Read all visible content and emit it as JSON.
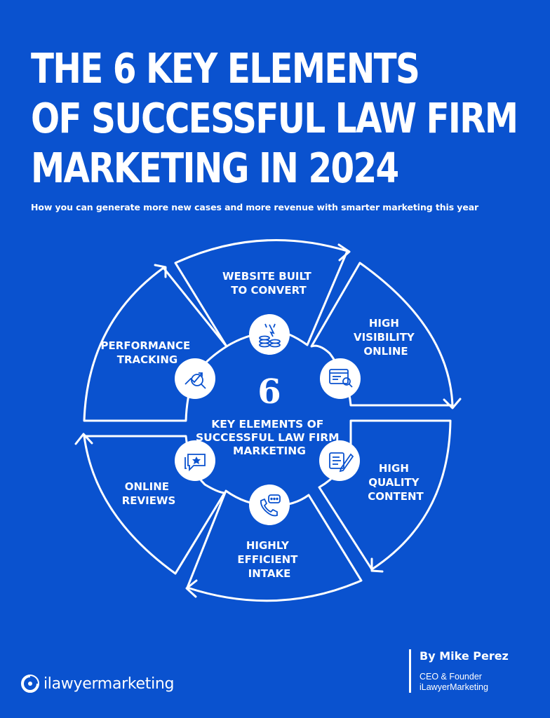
{
  "title": {
    "line1": "THE 6 KEY ELEMENTS",
    "line2": "OF SUCCESSFUL LAW FIRM",
    "line3": "MARKETING IN 2024"
  },
  "subtitle": "How you can generate more new cases and more revenue with smarter marketing this year",
  "center": {
    "number": "6",
    "line1": "KEY ELEMENTS OF",
    "line2": "SUCCESSFUL LAW FIRM",
    "line3": "MARKETING"
  },
  "elements": [
    {
      "lines": [
        "WEBSITE BUILT",
        "TO CONVERT"
      ],
      "icon": "coins-cursor-icon"
    },
    {
      "lines": [
        "HIGH",
        "VISIBILITY",
        "ONLINE"
      ],
      "icon": "browser-search-icon"
    },
    {
      "lines": [
        "HIGH",
        "QUALITY",
        "CONTENT"
      ],
      "icon": "document-pen-icon"
    },
    {
      "lines": [
        "HIGHLY",
        "EFFICIENT",
        "INTAKE"
      ],
      "icon": "phone-chat-icon"
    },
    {
      "lines": [
        "ONLINE",
        "REVIEWS"
      ],
      "icon": "chat-star-icon"
    },
    {
      "lines": [
        "PERFORMANCE",
        "TRACKING"
      ],
      "icon": "chart-magnifier-icon"
    }
  ],
  "author": {
    "name": "By Mike Perez",
    "role": "CEO & Founder",
    "company": "iLawyerMarketing"
  },
  "logo": {
    "text": "ilawyermarketing"
  },
  "colors": {
    "background": "#0a52cf",
    "foreground": "#ffffff"
  }
}
